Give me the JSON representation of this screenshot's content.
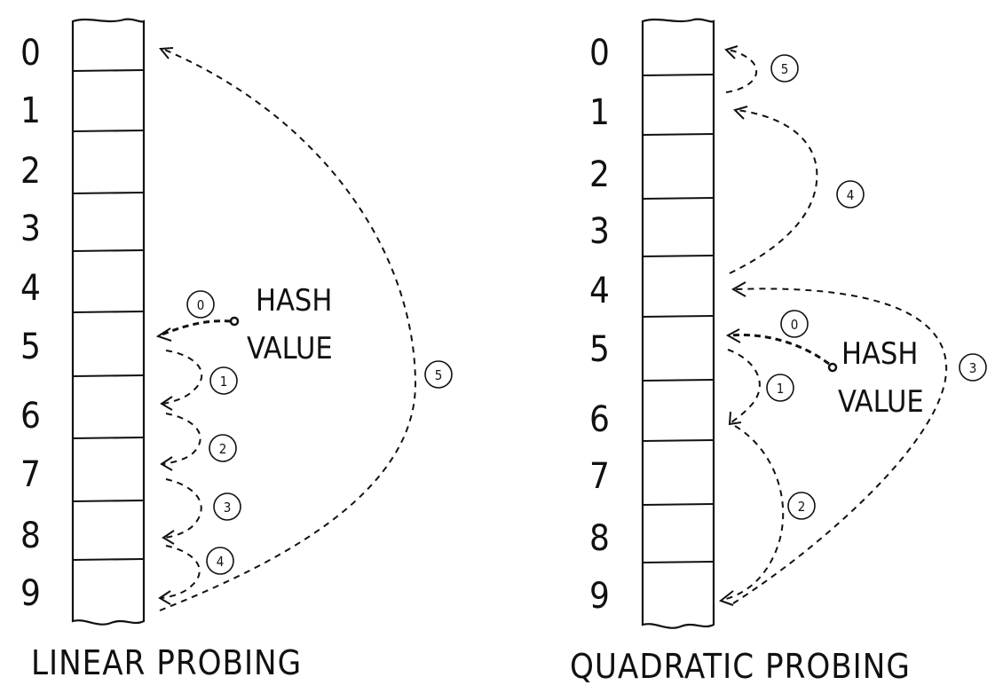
{
  "indices": [
    "0",
    "1",
    "2",
    "3",
    "4",
    "5",
    "6",
    "7",
    "8",
    "9"
  ],
  "left": {
    "title": "LINEAR PROBING",
    "hash_line1": "HASH",
    "hash_line2": "VALUE",
    "steps": [
      "0",
      "1",
      "2",
      "3",
      "4",
      "5"
    ]
  },
  "right": {
    "title": "QUADRATIC PROBING",
    "hash_line1": "HASH",
    "hash_line2": "VALUE",
    "steps": [
      "0",
      "1",
      "2",
      "3",
      "4",
      "5"
    ]
  }
}
